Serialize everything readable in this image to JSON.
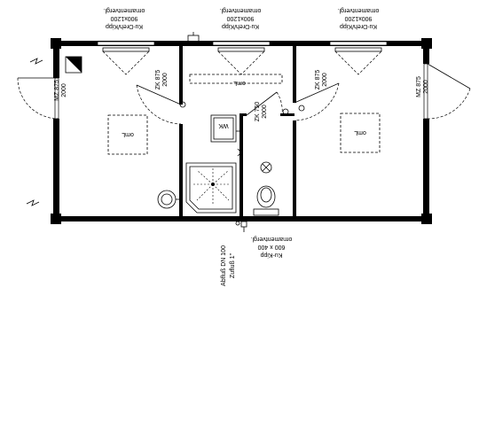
{
  "colors": {
    "line": "#000000",
    "background": "#ffffff"
  },
  "windows": [
    {
      "name": "window-left",
      "line1": "ornamentvergl.",
      "line2": "900x1200",
      "line3": "Ku-Dreh/Kipp"
    },
    {
      "name": "window-middle",
      "line1": "ornamentvergl.",
      "line2": "900x1200",
      "line3": "Ku-Dreh/Kipp"
    },
    {
      "name": "window-right",
      "line1": "ornamentvergl.",
      "line2": "900x1200",
      "line3": "Ku-Dreh/Kipp"
    }
  ],
  "bottom_window": {
    "line1": "ornamentvergl.",
    "line2": "600 x 400",
    "line3": "Ku-Kipp"
  },
  "exterior_doors": [
    {
      "name": "door-left-exterior",
      "line1": "MZ 875",
      "line2": "2000"
    },
    {
      "name": "door-right-exterior",
      "line1": "MZ 875",
      "line2": "2000"
    }
  ],
  "interior_doors": [
    {
      "name": "door-left-room",
      "line1": "ZK 875",
      "line2": "2000"
    },
    {
      "name": "door-right-room",
      "line1": "ZK 875",
      "line2": "2000"
    },
    {
      "name": "door-wc",
      "line1": "ZK 750",
      "line2": "2000"
    }
  ],
  "plumbing": {
    "line1": "Zufluß 1\"",
    "line2": "Abfluß DN 100"
  },
  "symbol_labels": {
    "heater": "omL",
    "fixture_alt": "WK"
  }
}
